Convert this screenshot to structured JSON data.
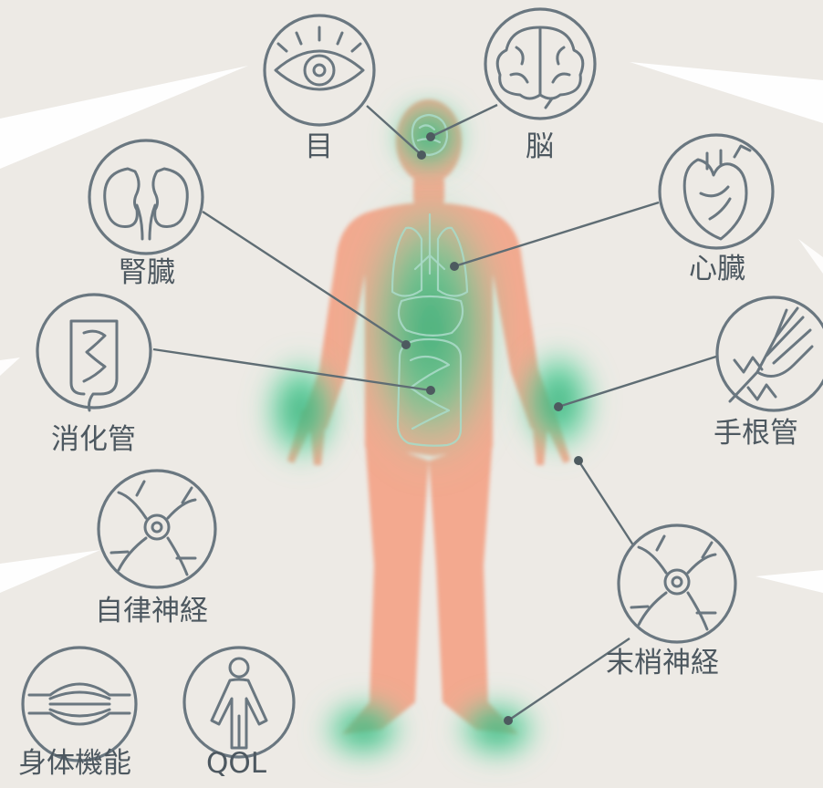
{
  "labels": {
    "eye": "目",
    "brain": "脳",
    "kidney": "腎臓",
    "heart": "心臓",
    "digestive": "消化管",
    "carpal": "手根管",
    "autonomic": "自律神経",
    "peripheral": "末梢神経",
    "physical": "身体機能",
    "qol": "QOL"
  },
  "colors": {
    "background": "#edeae5",
    "body": "#f3a98f",
    "glow": "#3fcf91",
    "icon_stroke": "#6a7780",
    "connector": "#5f6d74"
  },
  "icons": [
    "eye-icon",
    "brain-icon",
    "kidney-icon",
    "heart-icon",
    "digestive-icon",
    "carpal-tunnel-icon",
    "autonomic-nerve-icon",
    "peripheral-nerve-icon",
    "muscle-icon",
    "person-icon"
  ]
}
